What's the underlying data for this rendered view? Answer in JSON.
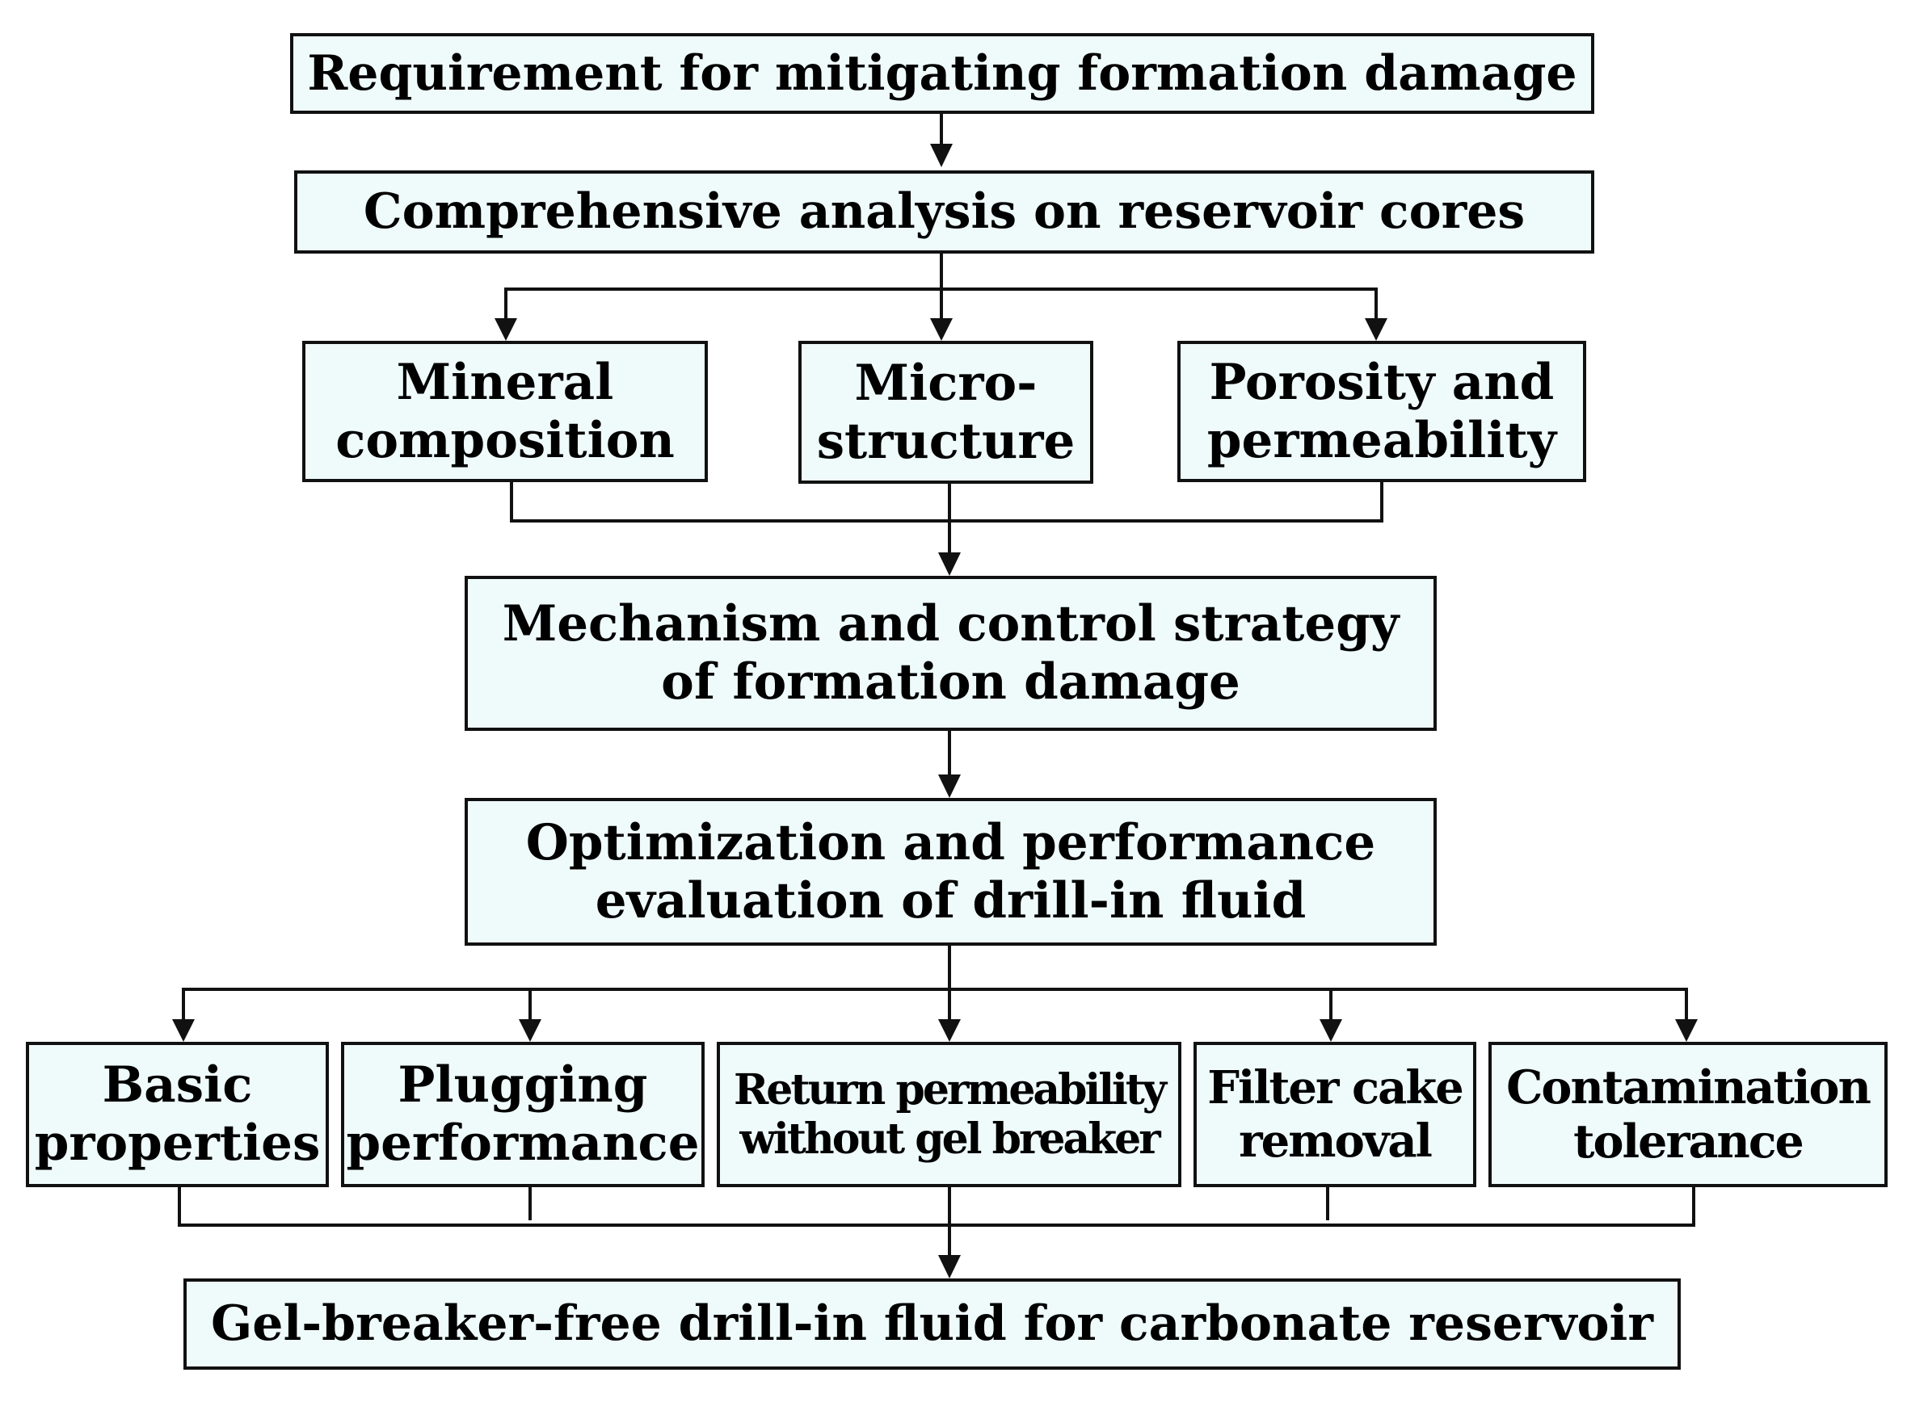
{
  "colors": {
    "box_fill": "#effbfb",
    "stroke": "#111111",
    "text": "#000000"
  },
  "nodes": {
    "requirement": "Requirement for mitigating formation damage",
    "analysis": "Comprehensive analysis on reservoir cores",
    "mineral": {
      "line1": "Mineral",
      "line2": "composition"
    },
    "microstructure": {
      "line1": "Micro-",
      "line2": "structure"
    },
    "porosity": {
      "line1": "Porosity and",
      "line2": "permeability"
    },
    "mechanism": {
      "line1": "Mechanism and control strategy",
      "line2": "of formation damage"
    },
    "optimization": {
      "line1": "Optimization and performance",
      "line2": "evaluation of drill-in fluid"
    },
    "basic": {
      "line1": "Basic",
      "line2": "properties"
    },
    "plugging": {
      "line1": "Plugging",
      "line2": "performance"
    },
    "return_perm": {
      "line1": "Return permeability",
      "line2": "without gel breaker"
    },
    "filter_cake": {
      "line1": "Filter cake",
      "line2": "removal"
    },
    "contamination": {
      "line1": "Contamination",
      "line2": "tolerance"
    },
    "final": "Gel-breaker-free drill-in fluid for carbonate reservoir"
  }
}
